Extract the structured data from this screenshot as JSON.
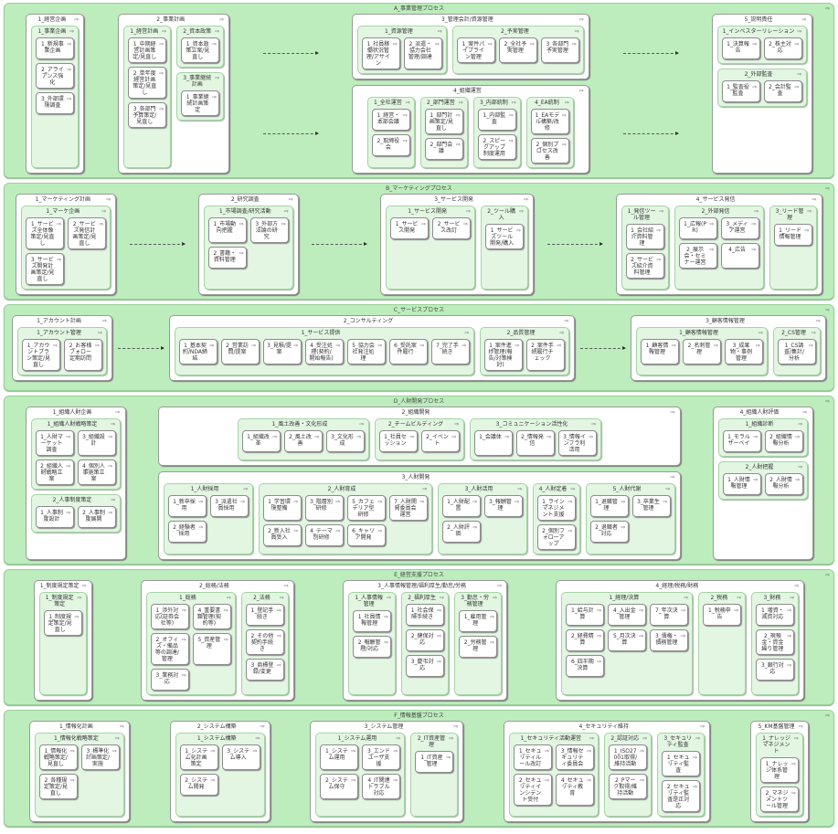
{
  "icon": "arrow-right-icon",
  "icon_glyph": "⇨",
  "colors": {
    "section_bg": "#bdedbd",
    "subgroup_bg": "#e2f6e2"
  },
  "sections": [
    {
      "title": "A_事業管理プロセス",
      "groups": [
        {
          "title": "1_経営企画",
          "subs": [
            {
              "title": "1_事業企画",
              "items": [
                "1_新規事業企画",
                "2_アライアンス強化",
                "3_外部環境調査"
              ]
            }
          ]
        },
        {
          "title": "2_事業計画",
          "subs": [
            {
              "title": "1_経営計画",
              "items": [
                "1_中期経営計画策定/見直し",
                "2_単年度経営計画策定/見直し",
                "3_各部門予算策定/見直し"
              ]
            },
            {
              "title": "2_資本政策",
              "items": [
                "1_資本政策立案/見直し"
              ]
            },
            {
              "title": "3_事業継続計画",
              "items": [
                "1_事業継続計画策定"
              ]
            }
          ]
        },
        {
          "title": "3_管理会計/資源管理",
          "subs": [
            {
              "title": "1_資源管理",
              "items": [
                "1_社員稼働状況管理/アサイン",
                "2_派遣・協力会社管理/調達"
              ]
            },
            {
              "title": "2_予実管理",
              "items": [
                "1_案件パイプライン管理",
                "2_全社予実管理",
                "3_各部門予実管理"
              ]
            }
          ]
        },
        {
          "title": "4_組織運営",
          "subs": [
            {
              "title": "1_全社運営",
              "items": [
                "1_経営・本部会議",
                "2_取締役会"
              ]
            },
            {
              "title": "2_部門運営",
              "items": [
                "1_部門計画策定/見直し",
                "2_部門会議"
              ]
            },
            {
              "title": "3_内部統制",
              "items": [
                "1_内部監査",
                "2_スピークアップ制度運用"
              ]
            },
            {
              "title": "4_EA統制",
              "items": [
                "1_EAモデル構築/改修",
                "2_個別プロセス改善"
              ]
            }
          ]
        },
        {
          "title": "5_説明責任",
          "subs": [
            {
              "title": "1_インベスターリレーション",
              "items": [
                "1_決算報告",
                "2_株主対応"
              ]
            },
            {
              "title": "2_外部監査",
              "items": [
                "1_監査役監査",
                "2_会計監査"
              ]
            }
          ]
        }
      ]
    },
    {
      "title": "B_マーケティングプロセス",
      "groups": [
        {
          "title": "1_マーケティング計画",
          "subs": [
            {
              "title": "1_マーケ企画",
              "items": [
                "1_サービス全体像策定/見直し",
                "2_サービス発信計画策定/見直し",
                "3_サービス開発計画策定/見直し"
              ]
            }
          ]
        },
        {
          "title": "2_研究調査",
          "subs": [
            {
              "title": "1_市場調査/研究活動",
              "items": [
                "1_市場動向把握",
                "3_外部方法論の研究",
                "2_書籍・資料管理"
              ]
            }
          ]
        },
        {
          "title": "3_サービス開発",
          "subs": [
            {
              "title": "1_サービス開発",
              "items": [
                "1_サービス開発",
                "2_サービス改訂"
              ]
            },
            {
              "title": "2_ツール購入",
              "items": [
                "1_サービスツール開発/購入"
              ]
            }
          ]
        },
        {
          "title": "4_サービス発信",
          "subs": [
            {
              "title": "1_発信ツール管理",
              "items": [
                "1_会社紹介資料管理",
                "2_サービス紹介資料管理"
              ]
            },
            {
              "title": "2_外部発信",
              "items": [
                "1_広報(PR)",
                "3_メディア運営",
                "2_展示会・セミナー運営",
                "4_広告"
              ]
            },
            {
              "title": "3_リード管理",
              "items": [
                "1_リード情報管理"
              ]
            }
          ]
        }
      ]
    },
    {
      "title": "C_サービスプロセス",
      "groups": [
        {
          "title": "1_アカウント計画",
          "subs": [
            {
              "title": "1_アカウント管理",
              "items": [
                "1_アカウントプラン策定/見直し",
                "2_お客様フォロー定期訪問"
              ]
            }
          ]
        },
        {
          "title": "2_コンサルティング",
          "subs": [
            {
              "title": "1_サービス提供",
              "items": [
                "1_基本契約/NDA締結",
                "2_営業訪問/提案",
                "3_見積/提案",
                "4_受注処理(契約/開始報告)",
                "5_協力会社発注処理",
                "6_受託案件履行",
                "7_完了手続き"
              ]
            },
            {
              "title": "2_品質管理",
              "items": [
                "1_案件進捗管理(報告/対策検討)",
                "2_案件手続履行チェック"
              ]
            }
          ]
        },
        {
          "title": "3_顧客情報管理",
          "subs": [
            {
              "title": "1_顧客情報管理",
              "items": [
                "1_顧客情報管理",
                "2_名刺管理",
                "3_成果物・事例管理"
              ]
            },
            {
              "title": "2_CS管理",
              "items": [
                "1_CS調査/集計/分析"
              ]
            }
          ]
        }
      ]
    },
    {
      "title": "D_人財開発プロセス",
      "groups": [
        {
          "title": "1_組織人財企画",
          "subs": [
            {
              "title": "1_組織人財戦略策定",
              "items": [
                "1_人財マーケット調査",
                "3_組織設計",
                "2_組織人財戦略立案",
                "4_個別人事施策立案"
              ]
            },
            {
              "title": "2_人事制度策定",
              "items": [
                "1_人事制度設計",
                "2_人事制度展開"
              ]
            }
          ]
        },
        {
          "title": "2_組織開発",
          "subs": [
            {
              "title": "1_風土改善・文化形成",
              "items": [
                "1_組織改革",
                "2_風土改善",
                "3_文化形成"
              ]
            },
            {
              "title": "2_チームビルディング",
              "items": [
                "1_社員セッション",
                "2_イベント"
              ]
            },
            {
              "title": "3_コミュニケーション活性化",
              "items": [
                "1_会議体",
                "2_情報発信",
                "3_情報インフラ利活用"
              ]
            }
          ]
        },
        {
          "title": "3_人財開発",
          "subs": [
            {
              "title": "1_人財採用",
              "items": [
                "1_新卒採用",
                "3_派遣社員採用",
                "2_経験者採用"
              ]
            },
            {
              "title": "2_人財育成",
              "items": [
                "1_学習環境整備",
                "3_階層別研修",
                "5_カフェテリア型研修",
                "7_人財開発委員会運営",
                "2_新入社員受入",
                "4_テーマ別研修",
                "6_キャリア開発"
              ]
            },
            {
              "title": "3_人財活用",
              "items": [
                "1_人財配置",
                "3_報酬管理",
                "2_人財評価"
              ]
            },
            {
              "title": "4_人財定着",
              "items": [
                "1_ラインマネジメント支援",
                "2_個別フォローアップ"
              ]
            },
            {
              "title": "5_人財代謝",
              "items": [
                "1_退職管理",
                "3_卒業生管理",
                "2_退職者対応"
              ]
            }
          ]
        },
        {
          "title": "4_組織人財評価",
          "subs": [
            {
              "title": "1_組織診断",
              "items": [
                "1_モラルサーベイ",
                "2_組織情報分析"
              ]
            },
            {
              "title": "2_人財把握",
              "items": [
                "1_人財情報管理",
                "2_人財情報分析"
              ]
            }
          ]
        }
      ]
    },
    {
      "title": "E_経営支援プロセス",
      "groups": [
        {
          "title": "1_制度規定策定",
          "subs": [
            {
              "title": "1_制度規定策定",
              "items": [
                "1_制度規定策定/見直し"
              ]
            }
          ]
        },
        {
          "title": "2_総務/法務",
          "subs": [
            {
              "title": "1_総務",
              "items": [
                "1_渉外対応(証券会社等)",
                "4_重要書類管理(契約等)",
                "2_オフィス・備品等の調達/管理",
                "5_資産管理",
                "3_業務対応"
              ]
            },
            {
              "title": "2_法務",
              "items": [
                "1_登記手続き",
                "2_その他契約手続き",
                "3_商標登録/変更"
              ]
            }
          ]
        },
        {
          "title": "3_人事情報管理/福利厚生/勤怠/労務",
          "subs": [
            {
              "title": "1_人事情報管理",
              "items": [
                "1_社員情報管理",
                "2_報酬管理/対応"
              ]
            },
            {
              "title": "2_福利厚生",
              "items": [
                "1_社会保険手続き",
                "2_健保対応",
                "3_慶弔対応"
              ]
            },
            {
              "title": "3_勤怠・労務管理",
              "items": [
                "1_雇用管理",
                "2_労務管理"
              ]
            }
          ]
        },
        {
          "title": "4_経理/税務/財務",
          "subs": [
            {
              "title": "1_経理/決算",
              "items": [
                "1_給与計算",
                "4_入出金管理",
                "7_年次決算",
                "2_経費精算",
                "5_月次決算",
                "3_債権・債務管理",
                "6_四半期決算"
              ]
            },
            {
              "title": "2_税務",
              "items": [
                "1_税務申告"
              ]
            },
            {
              "title": "3_財務",
              "items": [
                "1_増資・減資対応",
                "2_現預金・資金繰り管理",
                "3_銀行対応"
              ]
            }
          ]
        }
      ]
    },
    {
      "title": "F_情報基盤プロセス",
      "groups": [
        {
          "title": "1_情報化計画",
          "subs": [
            {
              "title": "1_情報化戦略策定",
              "items": [
                "1_情報化戦略策定/見直し",
                "3_標準化計画策定/実施",
                "2_各種規定策定/見直し"
              ]
            }
          ]
        },
        {
          "title": "2_システム構築",
          "subs": [
            {
              "title": "1_システム構築",
              "items": [
                "1_システム化計画策定",
                "3_システム導入",
                "2_システム開発"
              ]
            }
          ]
        },
        {
          "title": "3_システム管理",
          "subs": [
            {
              "title": "1_システム運用",
              "items": [
                "1_システム運用",
                "3_エンドユーザ支援",
                "2_システム保守",
                "4_IT関連トラブル対応"
              ]
            },
            {
              "title": "2_IT資産管理",
              "items": [
                "1_IT資産管理"
              ]
            }
          ]
        },
        {
          "title": "4_セキュリティ維持",
          "subs": [
            {
              "title": "1_セキュリティ活動運営",
              "items": [
                "1_セキュリティルール改訂",
                "3_情報セキュリティ委員会",
                "2_セキュリティインシデント受付",
                "4_セキュリティ教育"
              ]
            },
            {
              "title": "2_認証対応",
              "items": [
                "1_ISO27001取得/維持活動",
                "2_Pマーク取得/維持活動"
              ]
            },
            {
              "title": "3_セキュリティ監査",
              "items": [
                "1_セキュリティ監査",
                "2_セキュリティ監査是正対応"
              ]
            }
          ]
        },
        {
          "title": "5_KM基盤管理",
          "subs": [
            {
              "title": "1_ナレッジマネジメント",
              "items": [
                "1_ナレッジ体系管理",
                "2_マネジメントツール管理"
              ]
            }
          ]
        }
      ]
    }
  ]
}
